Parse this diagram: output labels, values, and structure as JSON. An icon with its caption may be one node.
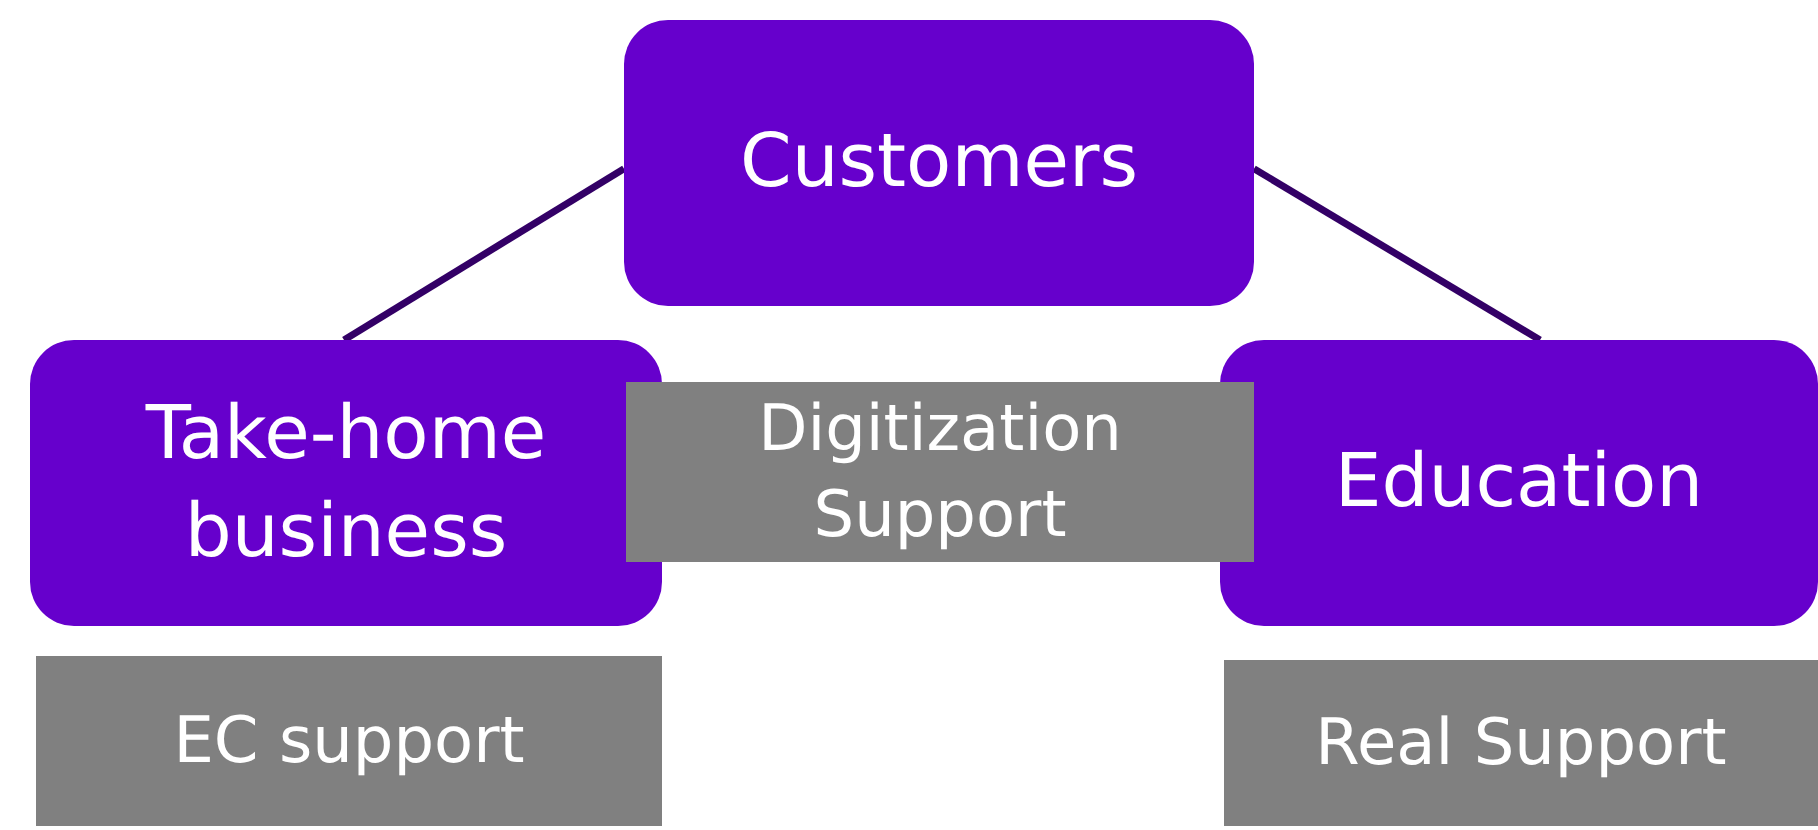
{
  "diagram": {
    "nodes": [
      {
        "text": [
          "Customers"
        ]
      },
      {
        "text": [
          "Take-home business"
        ]
      },
      {
        "text": [
          "Digitization Support"
        ]
      },
      {
        "text": [
          "Education"
        ]
      },
      {
        "text": [
          "EC support"
        ]
      },
      {
        "text": [
          "Real Support"
        ]
      }
    ],
    "edges": [
      {
        "from": 0,
        "to": 1,
        "arrow": "none"
      },
      {
        "from": 0,
        "to": 3,
        "arrow": "none"
      }
    ]
  }
}
